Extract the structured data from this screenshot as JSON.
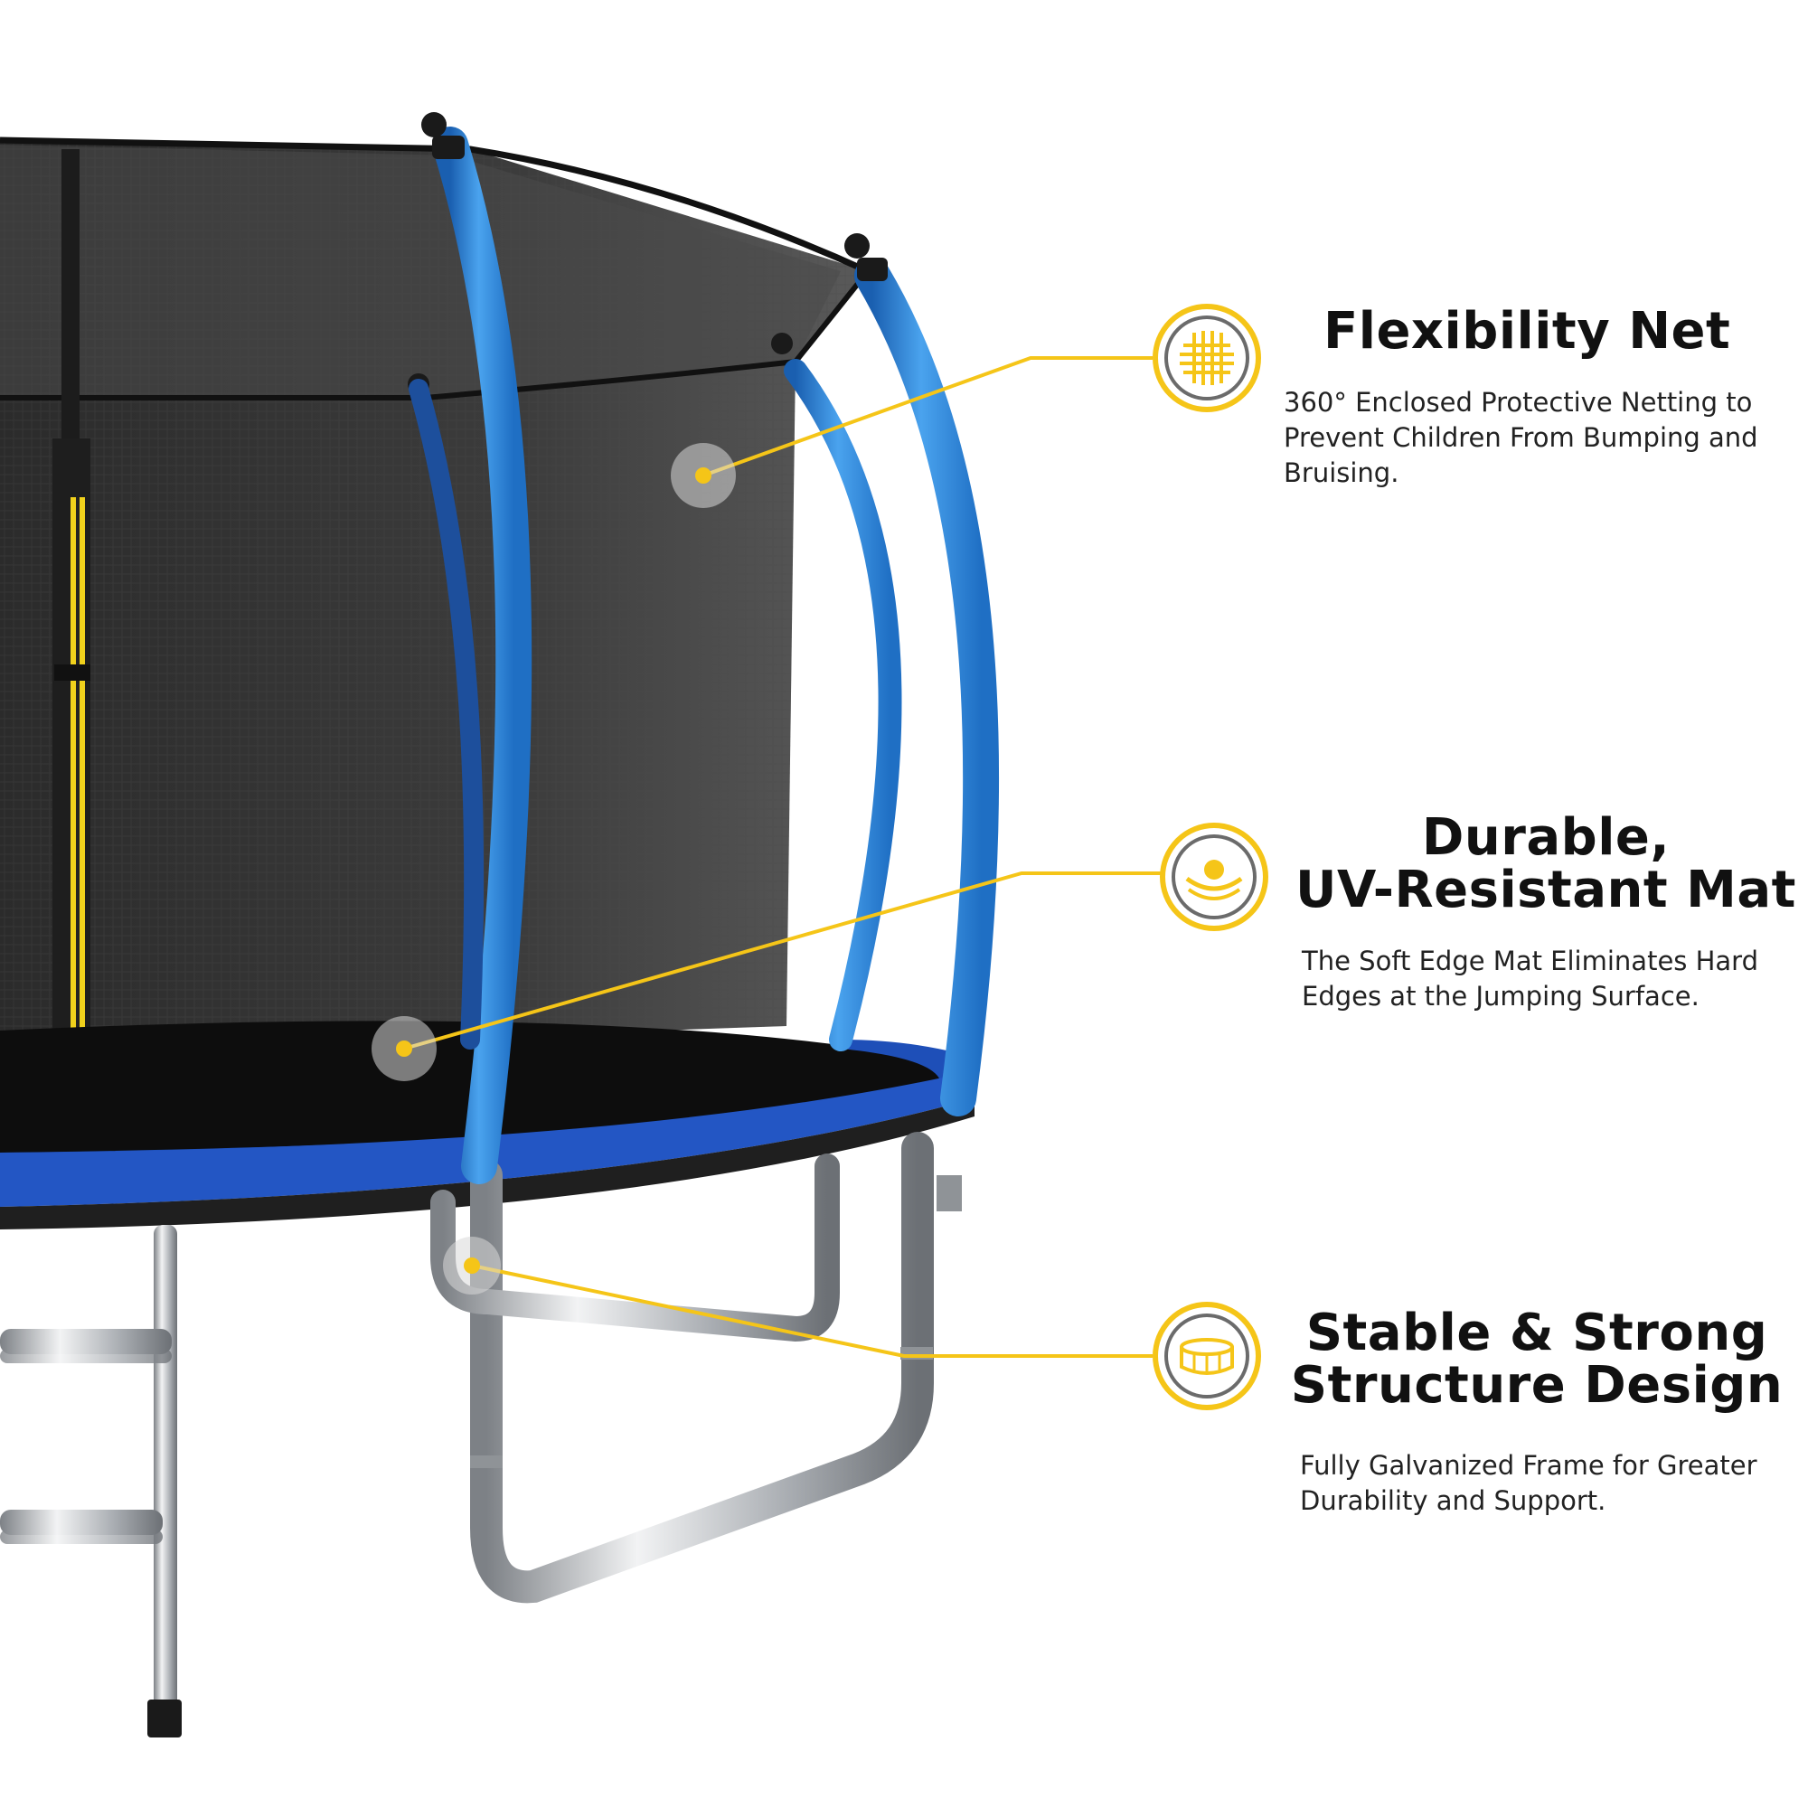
{
  "features": [
    {
      "title": "Flexibility Net",
      "description": "360° Enclosed Protective Netting to Prevent Children From Bumping and Bruising.",
      "icon": "net-mesh-icon"
    },
    {
      "title_line1": "Durable,",
      "title_line2": "UV-Resistant Mat",
      "description": "The Soft Edge Mat Eliminates Hard Edges at the Jumping Surface.",
      "icon": "mat-bounce-icon"
    },
    {
      "title_line1": "Stable & Strong",
      "title_line2": "Structure Design",
      "description": "Fully Galvanized Frame for Greater Durability and Support.",
      "icon": "frame-structure-icon"
    }
  ],
  "colors": {
    "accent": "#F5C518",
    "pole_blue": "#2E86DE",
    "mat_blue": "#1E4FB8",
    "net_dark": "#3a3a3a",
    "steel": "#b9bcc0",
    "icon_ring": "#6b6b6b"
  }
}
